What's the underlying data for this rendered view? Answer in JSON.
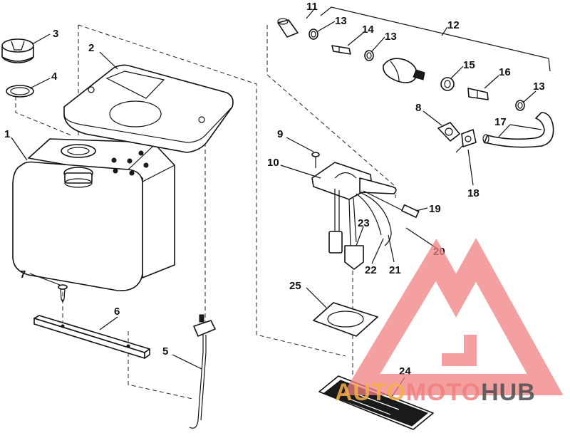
{
  "callouts": [
    {
      "id": "1",
      "label": "1"
    },
    {
      "id": "2",
      "label": "2"
    },
    {
      "id": "3",
      "label": "3"
    },
    {
      "id": "4",
      "label": "4"
    },
    {
      "id": "5",
      "label": "5"
    },
    {
      "id": "6",
      "label": "6"
    },
    {
      "id": "7",
      "label": "7"
    },
    {
      "id": "8",
      "label": "8"
    },
    {
      "id": "9",
      "label": "9"
    },
    {
      "id": "10",
      "label": "10"
    },
    {
      "id": "11",
      "label": "11"
    },
    {
      "id": "12",
      "label": "12"
    },
    {
      "id": "13a",
      "label": "13"
    },
    {
      "id": "13b",
      "label": "13"
    },
    {
      "id": "13c",
      "label": "13"
    },
    {
      "id": "14",
      "label": "14"
    },
    {
      "id": "15",
      "label": "15"
    },
    {
      "id": "16",
      "label": "16"
    },
    {
      "id": "17",
      "label": "17"
    },
    {
      "id": "18",
      "label": "18"
    },
    {
      "id": "19",
      "label": "19"
    },
    {
      "id": "20",
      "label": "20"
    },
    {
      "id": "21",
      "label": "21"
    },
    {
      "id": "22",
      "label": "22"
    },
    {
      "id": "23",
      "label": "23"
    },
    {
      "id": "24",
      "label": "24"
    },
    {
      "id": "25",
      "label": "25"
    }
  ],
  "watermark": {
    "part1": "AUTO",
    "part2": "MOTO",
    "part3": "HUB",
    "color_primary": "#f08080",
    "color_secondary": "#f5b14a",
    "color_dark": "#555555"
  }
}
